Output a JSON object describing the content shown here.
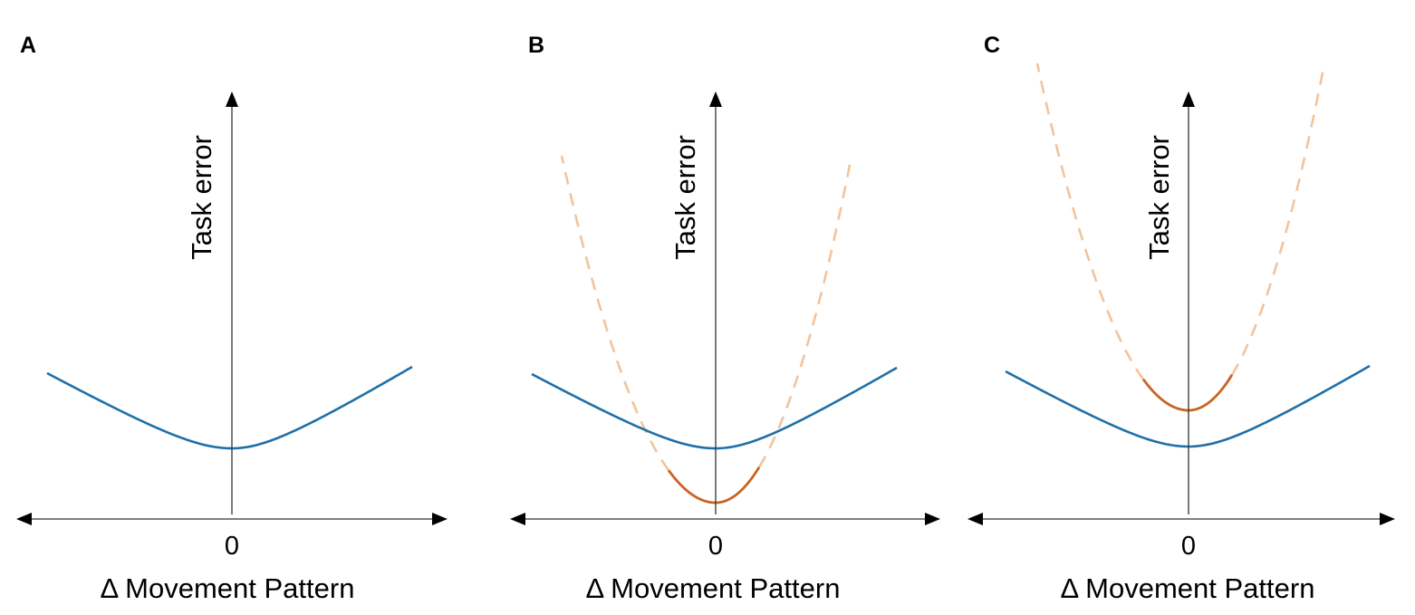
{
  "figure": {
    "colors": {
      "blue": "#1f6fa8",
      "orange_solid": "#c96420",
      "orange_dashed": "#f2c49d",
      "axis": "#000000"
    },
    "panels": [
      {
        "letter": "A",
        "ylabel": "Task error",
        "xtick": "0",
        "xlabel": "Δ Movement Pattern",
        "blue_curve": "broad V-shaped curve, minimum at 0",
        "orange_curve": null
      },
      {
        "letter": "B",
        "ylabel": "Task error",
        "xtick": "0",
        "xlabel": "Δ Movement Pattern",
        "blue_curve": "broad V-shaped curve, minimum at 0",
        "orange_curve": "steep parabola, minimum at 0 below blue minimum"
      },
      {
        "letter": "C",
        "ylabel": "Task error",
        "xtick": "0",
        "xlabel": "Δ Movement Pattern",
        "blue_curve": "broad V-shaped curve, minimum at 0",
        "orange_curve": "steep parabola, minimum at 0 above blue minimum"
      }
    ]
  }
}
